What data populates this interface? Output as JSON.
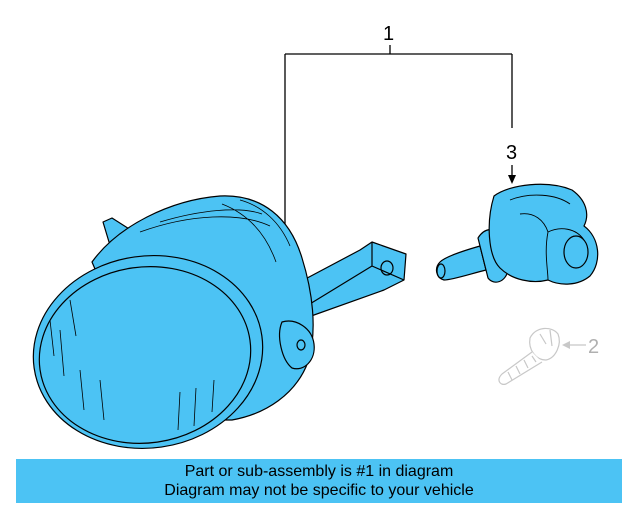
{
  "diagram": {
    "callouts": [
      {
        "number": "1"
      },
      {
        "number": "2"
      },
      {
        "number": "3"
      }
    ],
    "colors": {
      "highlight": "#4cc3f4",
      "line": "#000000",
      "faded_part": "#c8c8c8"
    },
    "parts": [
      "fog-lamp-assembly",
      "mounting-screw",
      "halogen-bulb"
    ]
  },
  "banner": {
    "line1": "Part or sub-assembly is #1 in diagram",
    "line2": "Diagram may not be specific to your vehicle"
  }
}
